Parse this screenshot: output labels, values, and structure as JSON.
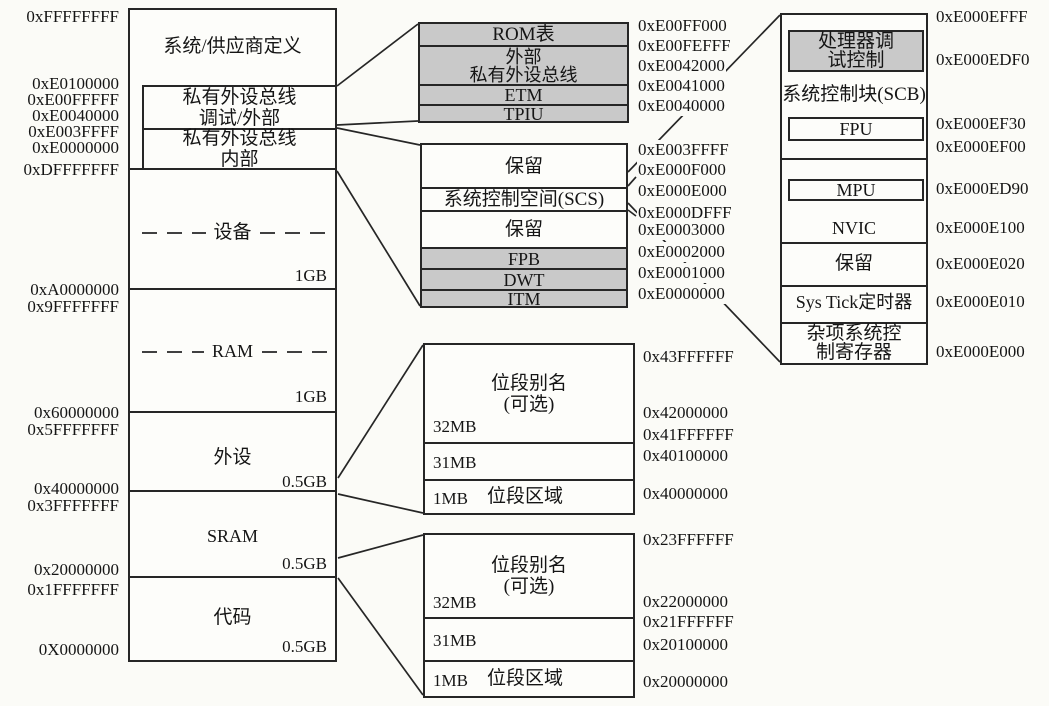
{
  "colors": {
    "shaded_fill": "#c9c9c9",
    "line": "#262626",
    "background": "#fbfbf7"
  },
  "main_map": {
    "addresses": [
      "0xFFFFFFFF",
      "0xE0100000",
      "0xE00FFFFF",
      "0xE0040000",
      "0xE003FFFF",
      "0xE0000000",
      "0xDFFFFFFF",
      "0xA0000000",
      "0x9FFFFFFF",
      "0x60000000",
      "0x5FFFFFFF",
      "0x40000000",
      "0x3FFFFFFF",
      "0x20000000",
      "0x1FFFFFFF",
      "0X0000000"
    ],
    "system_vendor": "系统/供应商定义",
    "ppb_debug_l1": "私有外设总线",
    "ppb_debug_l2": "调试/外部",
    "ppb_internal_l1": "私有外设总线",
    "ppb_internal_l2": "内部",
    "device": "设备",
    "ram": "RAM",
    "peripheral": "外设",
    "sram": "SRAM",
    "code": "代码",
    "device_size": "1GB",
    "ram_size": "1GB",
    "peripheral_size": "0.5GB",
    "sram_size": "0.5GB",
    "code_size": "0.5GB"
  },
  "ppb_external": {
    "rom_table": "ROM表",
    "external_l1": "外部",
    "external_l2": "私有外设总线",
    "etm": "ETM",
    "tpiu": "TPIU",
    "addresses": [
      "0xE00FF000",
      "0xE00FEFFF",
      "0xE0042000",
      "0xE0041000",
      "0xE0040000"
    ]
  },
  "ppb_internal": {
    "reserved_top": "保留",
    "scs": "系统控制空间(SCS)",
    "reserved_mid": "保留",
    "fpb": "FPB",
    "dwt": "DWT",
    "itm": "ITM",
    "addresses": [
      "0xE003FFFF",
      "0xE000F000",
      "0xE000E000",
      "0xE000DFFF",
      "0xE0003000",
      "0xE0002000",
      "0xE0001000",
      "0xE0000000"
    ]
  },
  "bitband_peripheral": {
    "alias_l1": "位段别名",
    "alias_l2": "(可选)",
    "size_32mb": "32MB",
    "size_31mb": "31MB",
    "size_1mb": "1MB",
    "region": "位段区域",
    "addresses": [
      "0x43FFFFFF",
      "0x42000000",
      "0x41FFFFFF",
      "0x40100000",
      "0x40000000"
    ]
  },
  "bitband_sram": {
    "alias_l1": "位段别名",
    "alias_l2": "(可选)",
    "size_32mb": "32MB",
    "size_31mb": "31MB",
    "size_1mb": "1MB",
    "region": "位段区域",
    "addresses": [
      "0x23FFFFFF",
      "0x22000000",
      "0x21FFFFFF",
      "0x20100000",
      "0x20000000"
    ]
  },
  "scs_detail": {
    "debug_l1": "处理器调",
    "debug_l2": "试控制",
    "scb": "系统控制块(SCB)",
    "fpu": "FPU",
    "mpu": "MPU",
    "nvic": "NVIC",
    "reserved": "保留",
    "systick": "Sys Tick定时器",
    "misc_l1": "杂项系统控",
    "misc_l2": "制寄存器",
    "addresses": [
      "0xE000EFFF",
      "0xE000EDF0",
      "0xE000EF30",
      "0xE000EF00",
      "0xE000ED90",
      "0xE000E100",
      "0xE000E020",
      "0xE000E010",
      "0xE000E000"
    ]
  }
}
